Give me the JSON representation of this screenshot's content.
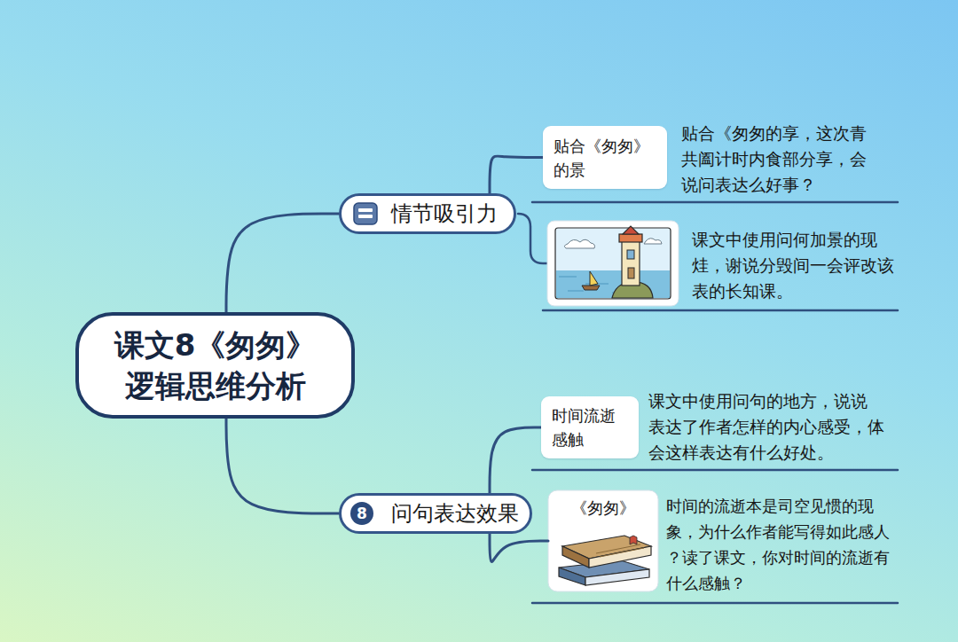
{
  "diagram": {
    "nodes": [
      {
        "text": [
          "课文8《匆匆》 逻辑思维分析"
        ]
      },
      {
        "text": [
          "情节吸引力"
        ]
      },
      {
        "text": [
          "贴合《匆匆》 的景"
        ]
      },
      {
        "text": [
          "问句表达效果"
        ]
      },
      {
        "text": [
          "时间流逝 感触"
        ]
      },
      {
        "text": [
          "《匆匆》"
        ]
      }
    ],
    "edges": [
      {
        "from": 0,
        "to": 1,
        "arrow": "none"
      },
      {
        "from": 1,
        "to": 2,
        "arrow": "none"
      },
      {
        "from": 0,
        "to": 3,
        "arrow": "none"
      },
      {
        "from": 3,
        "to": 4,
        "arrow": "none"
      },
      {
        "from": 3,
        "to": 5,
        "arrow": "none"
      }
    ],
    "labels": [
      "贴合《匆匆的享，这次青 共阖计时内食部分享，会 说问表达么好事？",
      "课文中使用问何加景的现 烓，谢说分毁间一会评改该 表的长知课。",
      "8",
      "课文中使用问句的地方，说说 表达了作者怎样的内心感受，体 会这样表达有什么好处。",
      "时间的流逝本是司空见惯的现 象，为什么作者能写得如此感人 ？读了课文，你对时间的流逝有 什么感触？"
    ]
  }
}
